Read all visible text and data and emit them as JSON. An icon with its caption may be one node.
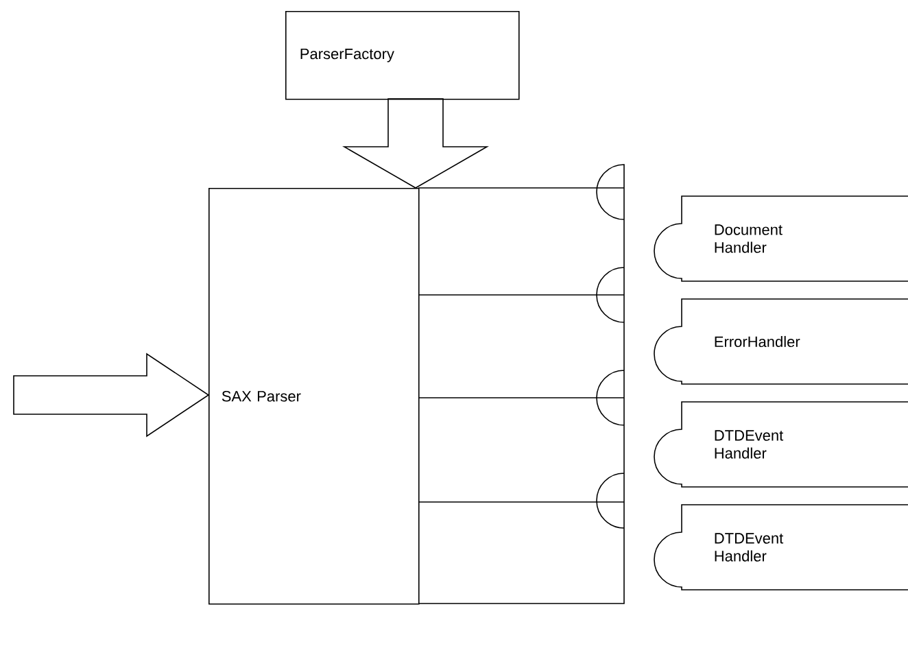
{
  "diagram": {
    "nodes": [
      {
        "text": [
          "ParserFactory"
        ]
      },
      {
        "text": [
          "SAX Parser"
        ]
      },
      {
        "text": [
          "Document Handler"
        ]
      },
      {
        "text": [
          "ErrorHandler"
        ]
      },
      {
        "text": [
          "DTDEvent Handler"
        ]
      },
      {
        "text": [
          "DTDEvent Handler"
        ]
      }
    ],
    "edges": [
      {
        "from": 0,
        "to": 1,
        "arrow": "to"
      },
      {
        "from": null,
        "to": 1,
        "arrow": "to"
      }
    ]
  }
}
